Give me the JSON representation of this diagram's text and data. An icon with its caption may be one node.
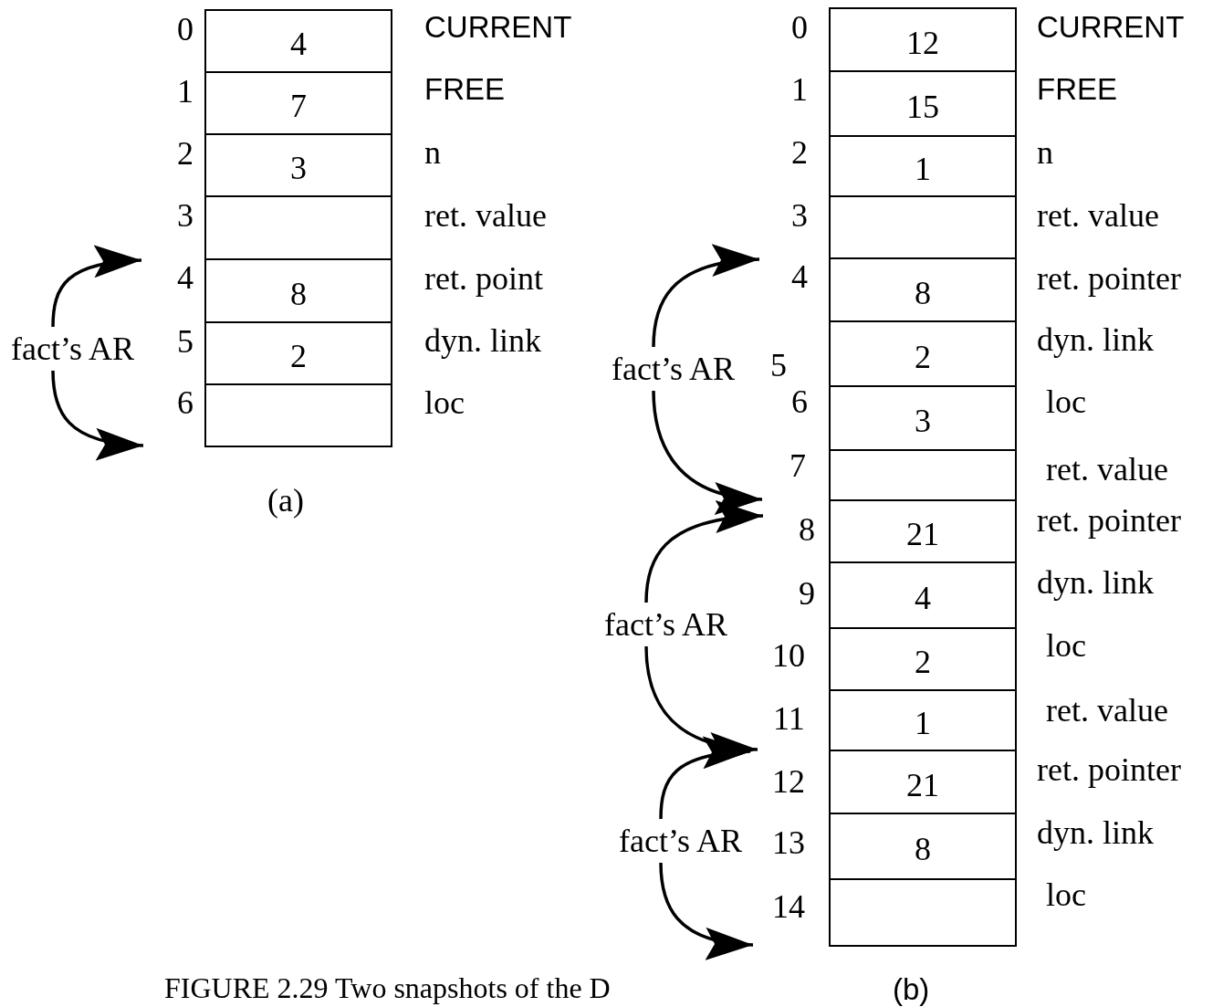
{
  "diagram": {
    "caption": "FIGURE 2.29 Two snapshots of the D",
    "nodes": [
      {
        "text": [
          "4"
        ],
        "beside": [
          "0",
          "CURRENT"
        ]
      },
      {
        "text": [
          "7"
        ],
        "beside": [
          "1",
          "FREE"
        ]
      },
      {
        "text": [
          "3"
        ],
        "beside": [
          "2",
          "n"
        ]
      },
      {
        "text": [],
        "shape": "box",
        "beside": [
          "3",
          "ret. value"
        ]
      },
      {
        "text": [
          "8"
        ],
        "beside": [
          "4",
          "ret. point"
        ]
      },
      {
        "text": [
          "2"
        ],
        "beside": [
          "5",
          "dyn. link"
        ]
      },
      {
        "text": [],
        "shape": "box",
        "beside": [
          "6",
          "loc"
        ]
      },
      {
        "text": [
          "fact’s AR"
        ]
      },
      {
        "text": [
          "12"
        ],
        "beside": [
          "0",
          "CURRENT"
        ]
      },
      {
        "text": [
          "15"
        ],
        "beside": [
          "1",
          "FREE"
        ]
      },
      {
        "text": [
          "1"
        ],
        "beside": [
          "2",
          "n"
        ]
      },
      {
        "text": [],
        "shape": "box",
        "beside": [
          "3",
          "ret. value"
        ]
      },
      {
        "text": [
          "8"
        ],
        "beside": [
          "4",
          "ret. pointer"
        ]
      },
      {
        "text": [
          "2"
        ],
        "beside": [
          "5",
          "dyn. link"
        ]
      },
      {
        "text": [
          "3"
        ],
        "beside": [
          "6",
          "loc"
        ]
      },
      {
        "text": [],
        "shape": "box",
        "beside": [
          "7",
          "ret. value"
        ]
      },
      {
        "text": [
          "21"
        ],
        "beside": [
          "8",
          "ret. pointer"
        ]
      },
      {
        "text": [
          "4"
        ],
        "beside": [
          "9",
          "dyn. link"
        ]
      },
      {
        "text": [
          "2"
        ],
        "beside": [
          "10",
          "loc"
        ]
      },
      {
        "text": [
          "1"
        ],
        "beside": [
          "11",
          "ret. value"
        ]
      },
      {
        "text": [
          "21"
        ],
        "beside": [
          "12",
          "ret. pointer"
        ]
      },
      {
        "text": [
          "8"
        ],
        "beside": [
          "13",
          "dyn. link"
        ]
      },
      {
        "text": [],
        "shape": "box",
        "beside": [
          "14",
          "loc"
        ]
      },
      {
        "text": [
          "fact’s AR"
        ]
      },
      {
        "text": [
          "fact’s AR"
        ]
      },
      {
        "text": [
          "fact’s AR"
        ]
      }
    ],
    "edges": [
      {
        "from": 7,
        "to": 4,
        "arrow": "to"
      },
      {
        "from": 7,
        "to": 6,
        "arrow": "to"
      },
      {
        "from": 23,
        "to": 12,
        "arrow": "to"
      },
      {
        "from": 23,
        "to": 15,
        "arrow": "to"
      },
      {
        "from": 24,
        "to": 16,
        "arrow": "to"
      },
      {
        "from": 24,
        "to": 19,
        "arrow": "to"
      },
      {
        "from": 25,
        "to": 20,
        "arrow": "to"
      },
      {
        "from": 25,
        "to": 22,
        "arrow": "to"
      }
    ],
    "labels": [
      "(a)",
      "(b)"
    ]
  }
}
